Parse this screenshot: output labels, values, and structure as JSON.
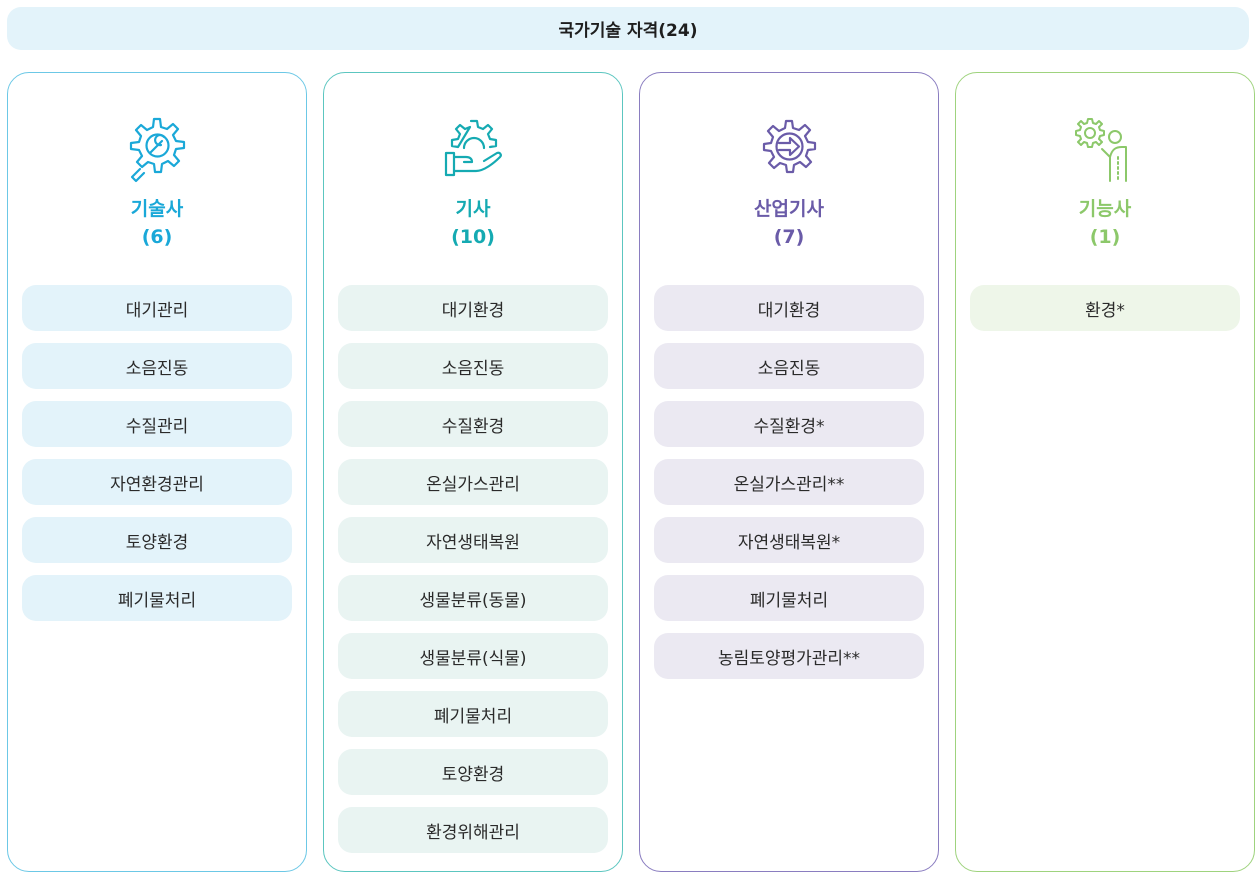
{
  "header": {
    "title": "국가기술 자격(24)"
  },
  "columns": [
    {
      "title": "기술사",
      "count": "(6)",
      "icon": "wrench-gear-icon",
      "color": "#1aa8d8",
      "items": [
        "대기관리",
        "소음진동",
        "수질관리",
        "자연환경관리",
        "토양환경",
        "폐기물처리"
      ]
    },
    {
      "title": "기사",
      "count": "(10)",
      "icon": "hand-gear-icon",
      "color": "#15aab2",
      "items": [
        "대기환경",
        "소음진동",
        "수질환경",
        "온실가스관리",
        "자연생태복원",
        "생물분류(동물)",
        "생물분류(식물)",
        "폐기물처리",
        "토양환경",
        "환경위해관리"
      ]
    },
    {
      "title": "산업기사",
      "count": "(7)",
      "icon": "arrow-gear-icon",
      "color": "#6a5ba8",
      "items": [
        "대기환경",
        "소음진동",
        "수질환경*",
        "온실가스관리**",
        "자연생태복원*",
        "폐기물처리",
        "농림토양평가관리**"
      ]
    },
    {
      "title": "기능사",
      "count": "(1)",
      "icon": "worker-gear-icon",
      "color": "#8cc86a",
      "items": [
        "환경*"
      ]
    }
  ]
}
